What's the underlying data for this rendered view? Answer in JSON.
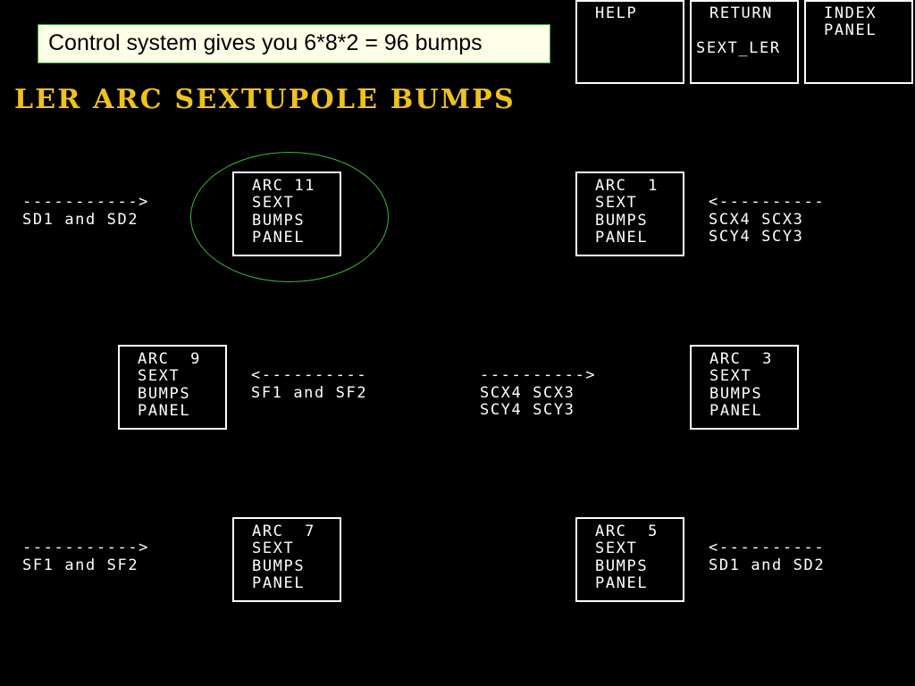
{
  "callout": {
    "text": "Control system gives you 6*8*2 = 96 bumps"
  },
  "title": "LER ARC SEXTUPOLE BUMPS",
  "top_buttons": {
    "help": {
      "line1": "HELP",
      "line2": ""
    },
    "return": {
      "line1": "RETURN",
      "line2": "SEXT_LER"
    },
    "index": {
      "line1": "INDEX",
      "line2": "PANEL"
    }
  },
  "arcs": {
    "arc11": {
      "lines": [
        "ARC 11",
        "SEXT",
        "BUMPS",
        "PANEL"
      ]
    },
    "arc1": {
      "lines": [
        "ARC  1",
        "SEXT",
        "BUMPS",
        "PANEL"
      ]
    },
    "arc9": {
      "lines": [
        "ARC  9",
        "SEXT",
        "BUMPS",
        "PANEL"
      ]
    },
    "arc3": {
      "lines": [
        "ARC  3",
        "SEXT",
        "BUMPS",
        "PANEL"
      ]
    },
    "arc7": {
      "lines": [
        "ARC  7",
        "SEXT",
        "BUMPS",
        "PANEL"
      ]
    },
    "arc5": {
      "lines": [
        "ARC  5",
        "SEXT",
        "BUMPS",
        "PANEL"
      ]
    }
  },
  "arrows": {
    "row1_left": {
      "arrow": "----------->",
      "line1": "SD1 and SD2",
      "line2": ""
    },
    "row1_right": {
      "arrow": "<----------",
      "line1": "SCX4 SCX3",
      "line2": "SCY4 SCY3"
    },
    "row2_left": {
      "arrow": "<----------",
      "line1": "SF1 and SF2",
      "line2": ""
    },
    "row2_right": {
      "arrow": "---------->",
      "line1": "SCX4 SCX3",
      "line2": "SCY4 SCY3"
    },
    "row3_left": {
      "arrow": "----------->",
      "line1": "SF1 and SF2",
      "line2": ""
    },
    "row3_right": {
      "arrow": "<----------",
      "line1": "SD1 and SD2",
      "line2": ""
    }
  },
  "colors": {
    "background": "#000000",
    "title": "#f0c21c",
    "highlight": "#38b838",
    "callout_bg": "#ffffe8",
    "callout_border": "#3fa63f"
  }
}
